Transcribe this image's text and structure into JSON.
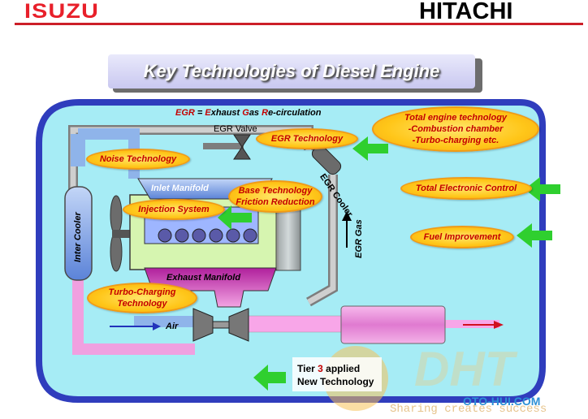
{
  "logos": {
    "left": "ISUZU",
    "right": "HITACHI"
  },
  "title": "Key Technologies of Diesel Engine",
  "egr_definition": {
    "parts": [
      {
        "text": "EGR",
        "style": "red"
      },
      {
        "text": " = ",
        "style": "black"
      },
      {
        "text": "E",
        "style": "red"
      },
      {
        "text": "xhaust ",
        "style": "black"
      },
      {
        "text": "G",
        "style": "red"
      },
      {
        "text": "as ",
        "style": "black"
      },
      {
        "text": "R",
        "style": "red"
      },
      {
        "text": "e-circulation",
        "style": "black"
      }
    ]
  },
  "components": {
    "egr_valve": "EGR Valve",
    "egr_cooler": "EGR Cooler",
    "egr_gas": "EGR Gas",
    "inlet_manifold": "Inlet Manifold",
    "exhaust_manifold": "Exhaust Manifold",
    "inter_cooler": "Inter Cooler",
    "air": "Air"
  },
  "technologies": {
    "noise": "Noise Technology",
    "egr": "EGR Technology",
    "total_engine": "Total engine technology\n-Combustion chamber\n-Turbo-charging    etc.",
    "base": "Base Technology\nFriction Reduction",
    "injection": "Injection System",
    "electronic": "Total Electronic Control",
    "fuel": "Fuel Improvement",
    "turbo": "Turbo-Charging\nTechnology"
  },
  "tier": {
    "prefix": "Tier ",
    "number": "3",
    "suffix": " applied",
    "line2": "New Technology"
  },
  "watermark": {
    "brand": "DHT",
    "site": "OTO-HUI.COM",
    "slogan": "Sharing creates success"
  },
  "colors": {
    "frame_border": "#2f3dbd",
    "frame_fill": "#a6ecf5",
    "arrow_green": "#2fcf2f",
    "pill_text": "#c40000",
    "exhaust_pink": "#e48ad8",
    "inlet_blue": "#8fb4ea"
  }
}
